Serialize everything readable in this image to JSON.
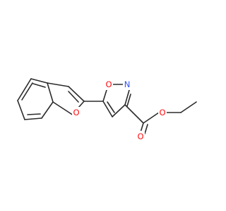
{
  "molecule": {
    "colors": {
      "bond": "#2b2b2b",
      "oxygen": "#ff0d0d",
      "nitrogen": "#3050f8",
      "background": "#ffffff"
    },
    "labels": {
      "benzofuran_o": "O",
      "isoxazole_o": "O",
      "isoxazole_n": "N",
      "carbonyl_o": "O",
      "ester_o": "O"
    }
  }
}
